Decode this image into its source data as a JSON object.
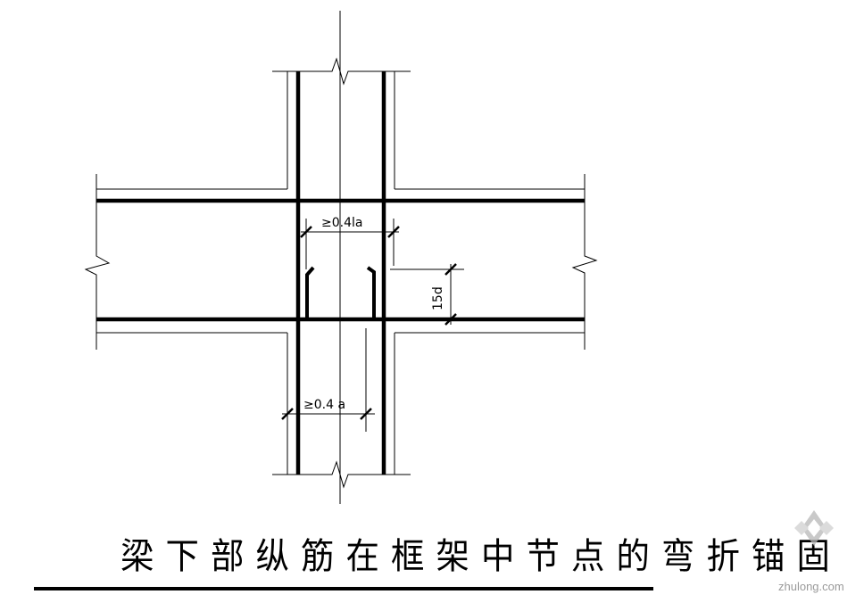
{
  "dimensions": {
    "beam_anchor": "≥0.4la",
    "column_anchor": "≥0.4 a",
    "hook_length": "15d"
  },
  "title": "梁下部纵筋在框架中节点的弯折锚固",
  "watermark": {
    "text": "zhulong.com"
  },
  "colors": {
    "line": "#000000",
    "watermark": "#9a9a9a"
  }
}
